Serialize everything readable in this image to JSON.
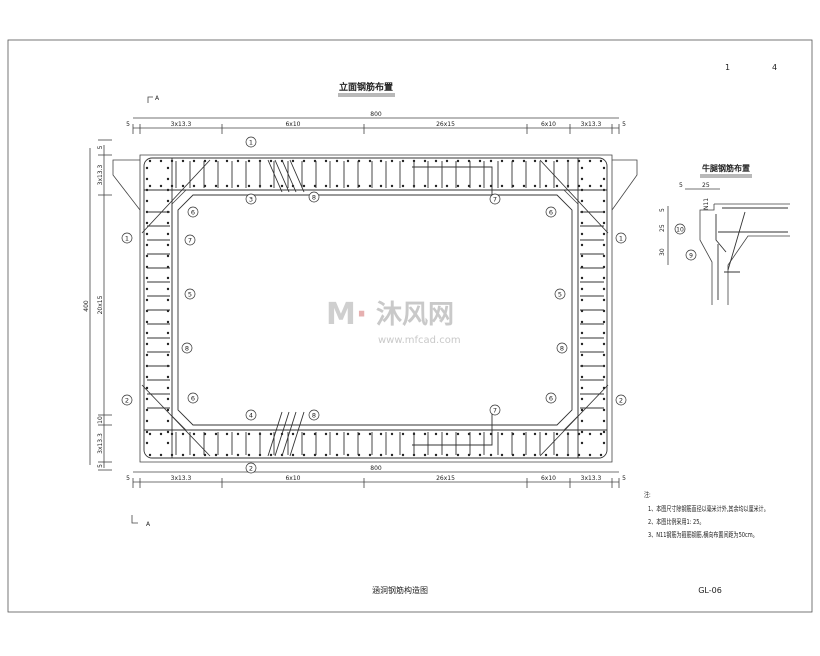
{
  "sheet": {
    "page_numbers": [
      "1",
      "4"
    ],
    "title": "涵洞钢筋构造图",
    "drawing_no": "GL-06"
  },
  "elevation": {
    "title": "立面钢筋布置",
    "section_mark": "A",
    "top_dims": {
      "total": "800",
      "segments": [
        "5",
        "3x13.3",
        "6x10",
        "26x15",
        "6x10",
        "3x13.3",
        "5"
      ]
    },
    "bottom_dims": {
      "total": "800",
      "segments": [
        "5",
        "3x13.3",
        "6x10",
        "26x15",
        "6x10",
        "3x13.3",
        "5"
      ]
    },
    "left_dims": {
      "total": "400",
      "segments": [
        "5",
        "3x13.3",
        "20x15",
        "10",
        "3x13.3",
        "5"
      ]
    },
    "callouts": [
      "1",
      "2",
      "3",
      "4",
      "5",
      "6",
      "7",
      "8"
    ]
  },
  "corbel": {
    "title": "牛腿钢筋布置",
    "dims_h": [
      "5",
      "25"
    ],
    "dims_v": [
      "5",
      "25",
      "30"
    ],
    "bar_label": "N11",
    "callouts": [
      "10",
      "9"
    ]
  },
  "notes": {
    "heading": "注:",
    "items": [
      "1、本图尺寸除钢筋直径以毫米计外,其余均以厘米计。",
      "2、本图比例采用1: 25。",
      "3、N11钢筋为箍筋钢筋,横向布置间距为50cm。"
    ]
  },
  "watermark": {
    "brand": "沐风网",
    "url": "www.mfcad.com",
    "color": "#d0d0d0"
  }
}
